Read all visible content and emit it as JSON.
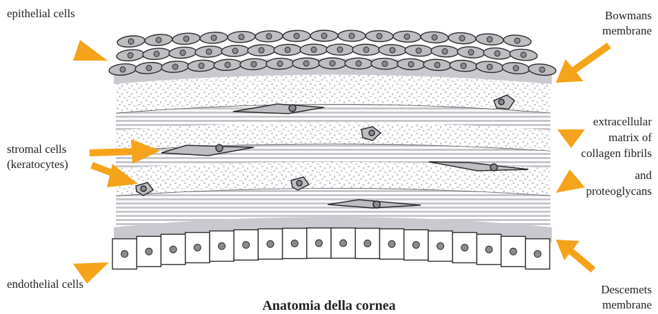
{
  "title": "Anatomia della cornea",
  "labels": {
    "epithelial": "epithelial cells",
    "bowmans_1": "Bowmans",
    "bowmans_2": "membrane",
    "stromal_1": "stromal cells",
    "stromal_2": "(keratocytes)",
    "matrix_1": "extracellular",
    "matrix_2": "matrix of",
    "matrix_3": "collagen fibrils",
    "matrix_4": "and",
    "matrix_5": "proteoglycans",
    "endothelial": "endothelial cells",
    "descemets_1": "Descemets",
    "descemets_2": "membrane"
  },
  "colors": {
    "arrow": "#f5a31a",
    "membrane": "#c9c9cf",
    "cell_fill": "#bdbdc2",
    "stroke": "#2a2a2a",
    "stripe": "#c6c6cc",
    "speckle": "#c8c8ce"
  }
}
